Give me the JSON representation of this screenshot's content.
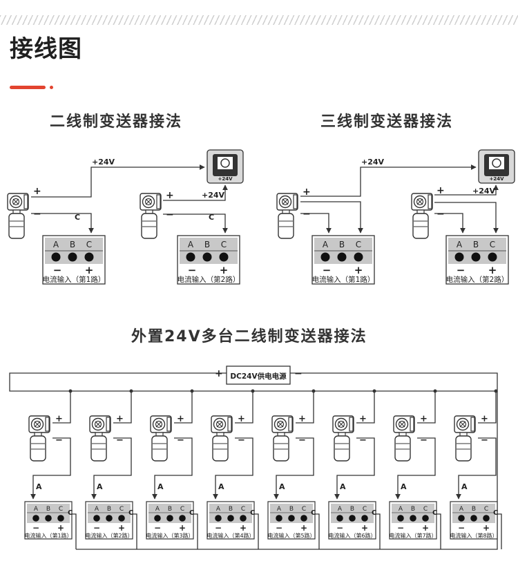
{
  "page": {
    "title": "接线图",
    "sections": {
      "two_wire": "二线制变送器接法",
      "three_wire": "三线制变送器接法",
      "multi": "外置24V多台二线制变送器接法"
    }
  },
  "labels": {
    "v24": "+24V",
    "plus": "+",
    "minus": "−",
    "c": "C",
    "a": "A",
    "b": "B",
    "psu_small": "+24V",
    "power_supply": "DC24V供电电源"
  },
  "inputs": {
    "ch1": "电流输入（第1路）",
    "ch2": "电流输入（第2路）",
    "ch3": "电流输入（第3路）",
    "ch4": "电流输入（第4路）",
    "ch5": "电流输入（第5路）",
    "ch6": "电流输入（第6路）",
    "ch7": "电流输入（第7路）",
    "ch8": "电流输入（第8路）"
  },
  "colors": {
    "accent": "#e2442f",
    "line": "#333333",
    "terminal_bar": "#c8c8c8"
  }
}
